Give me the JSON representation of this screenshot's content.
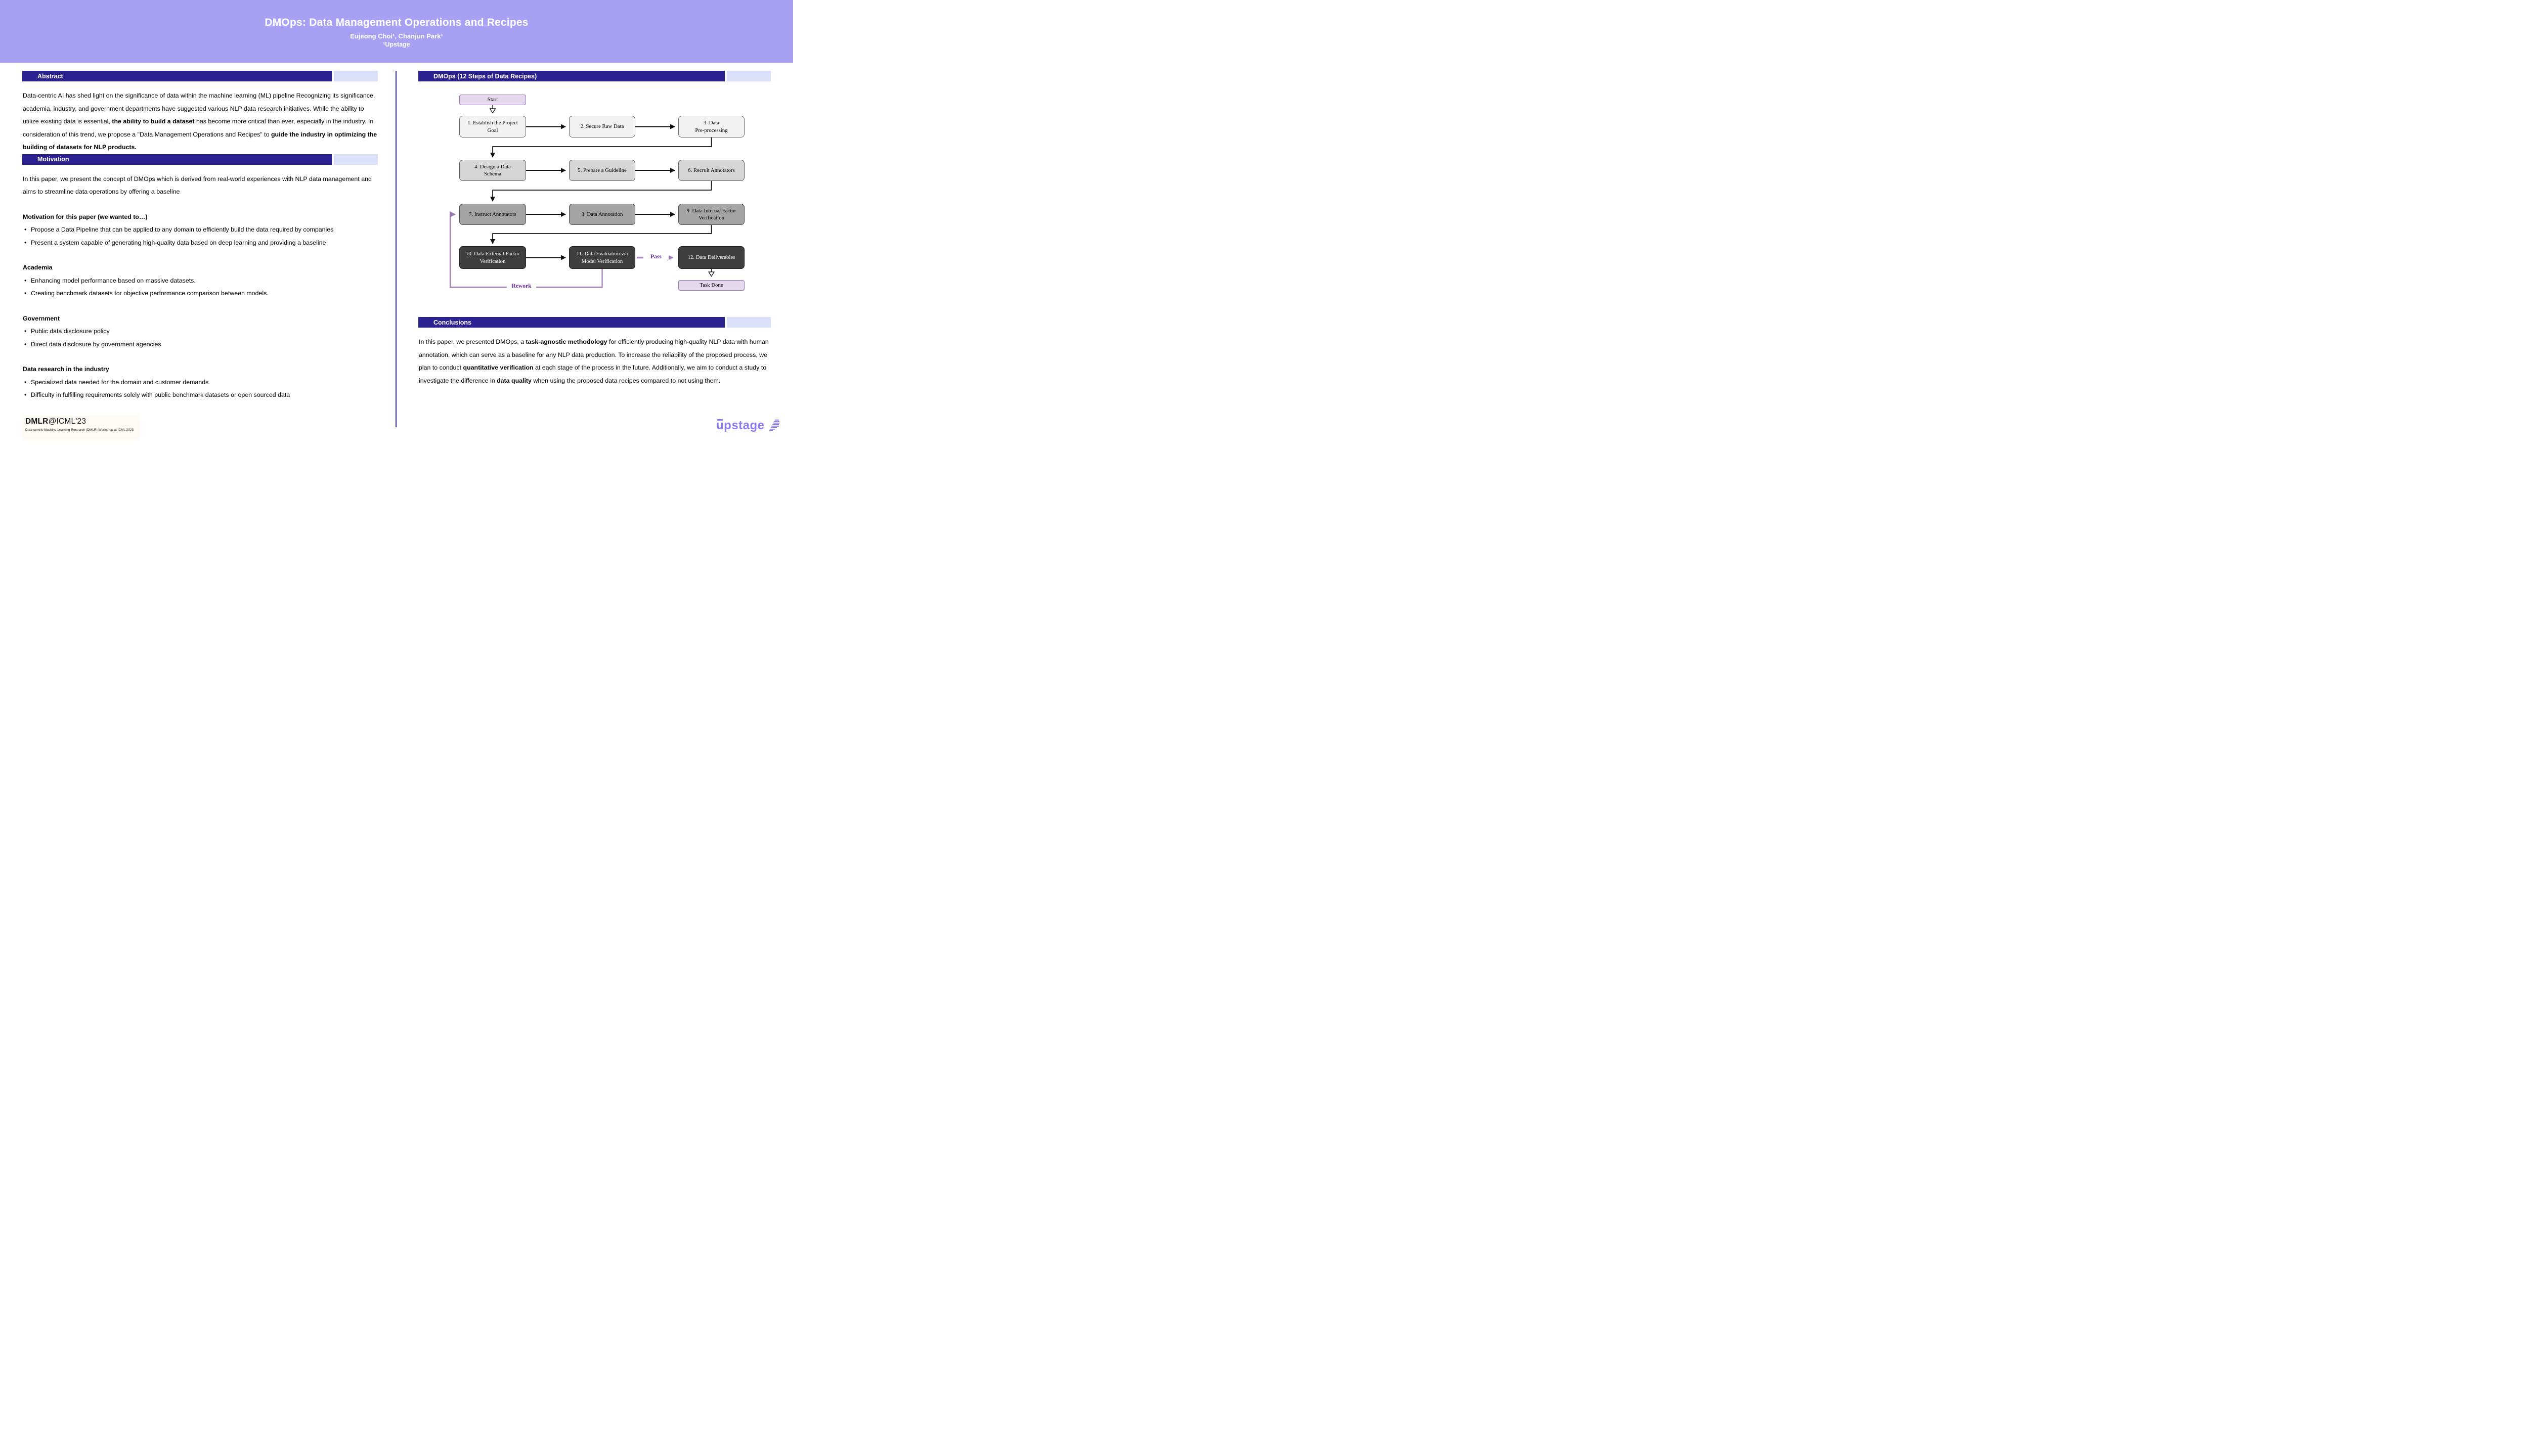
{
  "colors": {
    "header_bg": "#a7a0f3",
    "section_bar": "#2c2191",
    "section_bar_accent": "#d9e0f8",
    "terminal_box_fill": "#e4d9ec",
    "terminal_box_border": "#9b7ab3",
    "step_row1_fill": "#f3f3f3",
    "step_row2_fill": "#d6d6d6",
    "step_row3_fill": "#a4a4a4",
    "step_row4_fill": "#3f3f3f",
    "flow_label_purple": "#6a2d9e",
    "arrow_purple": "#9b7ab3",
    "upstage_purple": "#8a7cf0"
  },
  "header": {
    "title": "DMOps: Data Management Operations and Recipes",
    "authors": "Eujeong Choi¹, Chanjun Park¹",
    "affiliation": "¹Upstage"
  },
  "left": {
    "abstract": {
      "heading": "Abstract",
      "segments": [
        {
          "t": "Data-centric AI has shed light on the significance of data within the machine learning (ML) pipeline Recognizing its significance, academia, industry, and government departments have suggested various NLP data research initiatives. While the ability to utilize existing data is essential, ",
          "b": false
        },
        {
          "t": "the ability to build a dataset",
          "b": true
        },
        {
          "t": " has become more critical than ever, especially in the industry. In consideration of this trend, we propose a \"Data Management Operations and Recipes\" to ",
          "b": false
        },
        {
          "t": "guide the industry in optimizing the building of datasets for NLP products.",
          "b": true
        }
      ]
    },
    "motivation": {
      "heading": "Motivation",
      "paragraph": "In this paper, we present the concept of DMOps which is derived from real-world experiences with NLP data management and aims to streamline data operations by offering a baseline",
      "blocks": [
        {
          "heading": "Motivation for this paper (we wanted to…)",
          "bullets": [
            "Propose a Data Pipeline that can be applied to any domain to efficiently build the data required by companies",
            "Present a system capable of generating high-quality data based on deep learning and providing a baseline"
          ]
        },
        {
          "heading": "Academia",
          "bullets": [
            "Enhancing model performance based on massive datasets.",
            "Creating benchmark datasets for objective performance comparison between models."
          ]
        },
        {
          "heading": "Government",
          "bullets": [
            "Public data disclosure policy",
            "Direct data disclosure by government agencies"
          ]
        },
        {
          "heading": "Data research in the industry",
          "bullets": [
            "Specialized data needed for the domain and customer demands",
            "Difficulty in fulfilling requirements solely with public benchmark datasets or open sourced data"
          ]
        }
      ]
    }
  },
  "right": {
    "flow": {
      "heading": "DMOps (12 Steps of Data Recipes)",
      "start": "Start",
      "steps": [
        "1. Establish the Project\nGoal",
        "2. Secure Raw Data",
        "3. Data\nPre-processing",
        "4. Design a Data\nSchema",
        "5. Prepare a Guideline",
        "6. Recruit Annotators",
        "7. Instruct Annotators",
        "8. Data Annotation",
        "9. Data Internal Factor\nVerification",
        "10. Data External Factor\nVerification",
        "11. Data Evaluation via\nModel Verification",
        "12. Data Deliverables"
      ],
      "task_done": "Task Done",
      "pass_label": "Pass",
      "rework_label": "Rework"
    },
    "conclusions": {
      "heading": "Conclusions",
      "segments": [
        {
          "t": "In this paper, we presented DMOps, a ",
          "b": false
        },
        {
          "t": "task-agnostic methodology",
          "b": true
        },
        {
          "t": " for efficiently producing high-quality NLP data with human annotation, which can serve as a baseline for any NLP data production. To increase the reliability of the proposed process, we plan to conduct ",
          "b": false
        },
        {
          "t": "quantitative verification",
          "b": true
        },
        {
          "t": " at each stage of the process in the future. Additionally, we aim to conduct a study to investigate the difference in ",
          "b": false
        },
        {
          "t": "data quality",
          "b": true
        },
        {
          "t": " when using the proposed data recipes compared to not using them.",
          "b": false
        }
      ]
    }
  },
  "footer": {
    "dmlr_bold": "DMLR",
    "dmlr_rest": "@ICML'23",
    "dmlr_subtitle": "Data-centric Machine Learning Research (DMLR) Workshop at ICML 2023",
    "upstage_wordmark": "upstage"
  }
}
